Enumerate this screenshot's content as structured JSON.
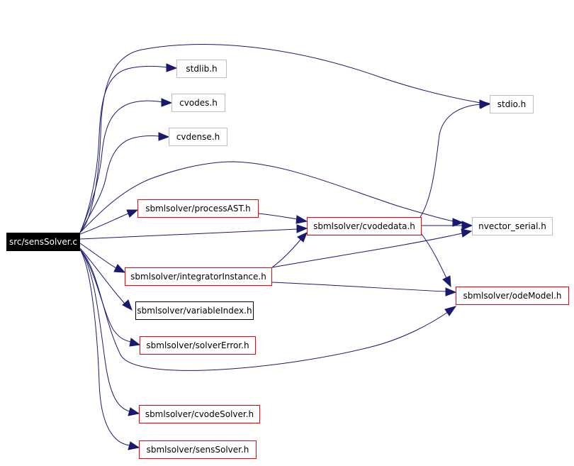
{
  "nodes": {
    "root": {
      "label": "src/sensSolver.c"
    },
    "stdlib": {
      "label": "stdlib.h"
    },
    "cvodes": {
      "label": "cvodes.h"
    },
    "cvdense": {
      "label": "cvdense.h"
    },
    "stdio": {
      "label": "stdio.h"
    },
    "processAST": {
      "label": "sbmlsolver/processAST.h"
    },
    "cvodedata": {
      "label": "sbmlsolver/cvodedata.h"
    },
    "nvector": {
      "label": "nvector_serial.h"
    },
    "integrator": {
      "label": "sbmlsolver/integratorInstance.h"
    },
    "odeModel": {
      "label": "sbmlsolver/odeModel.h"
    },
    "variableIndex": {
      "label": "sbmlsolver/variableIndex.h"
    },
    "solverError": {
      "label": "sbmlsolver/solverError.h"
    },
    "cvodeSolver": {
      "label": "sbmlsolver/cvodeSolver.h"
    },
    "sensSolverH": {
      "label": "sbmlsolver/sensSolver.h"
    }
  },
  "colors": {
    "edge": "#191970",
    "documented_border": "#ff0000",
    "external_border": "#bfbfbf",
    "root_fill": "#000000"
  }
}
